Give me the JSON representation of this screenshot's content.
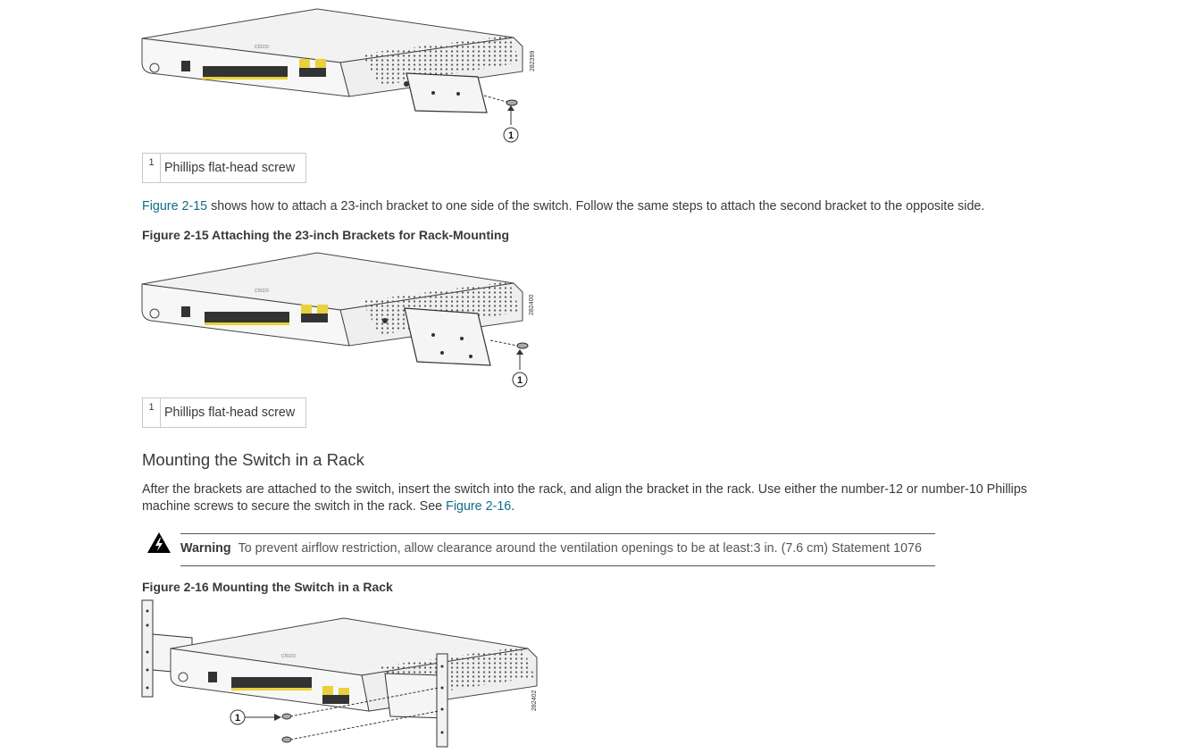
{
  "figure_14": {
    "image_id": "282399",
    "callout_number": "1",
    "legend": {
      "number": "1",
      "text": "Phillips flat-head screw"
    }
  },
  "para_1": {
    "link_text": "Figure 2-15",
    "rest": " shows how to attach a 23-inch bracket to one side of the switch. Follow the same steps to attach the second bracket to the opposite side."
  },
  "figure_15": {
    "title": "Figure 2-15 Attaching the 23-inch Brackets for Rack-Mounting",
    "image_id": "282400",
    "callout_number": "1",
    "legend": {
      "number": "1",
      "text": "Phillips flat-head screw"
    }
  },
  "section": {
    "heading": "Mounting the Switch in a Rack",
    "para_line1": "After the brackets are attached to the switch, insert the switch into the rack, and align the bracket in the rack. Use either the number-12 or number-10 Phillips",
    "para_line2": "machine screws to secure the switch in the rack. See ",
    "para_link": "Figure 2-16",
    "para_end": "."
  },
  "warning": {
    "label": "Warning",
    "text": "To prevent airflow restriction, allow clearance around the ventilation openings to be at least:3 in. (7.6 cm) Statement 1076"
  },
  "figure_16": {
    "title": "Figure 2-16 Mounting the Switch in a Rack",
    "image_id": "282402",
    "callout_number": "1"
  }
}
